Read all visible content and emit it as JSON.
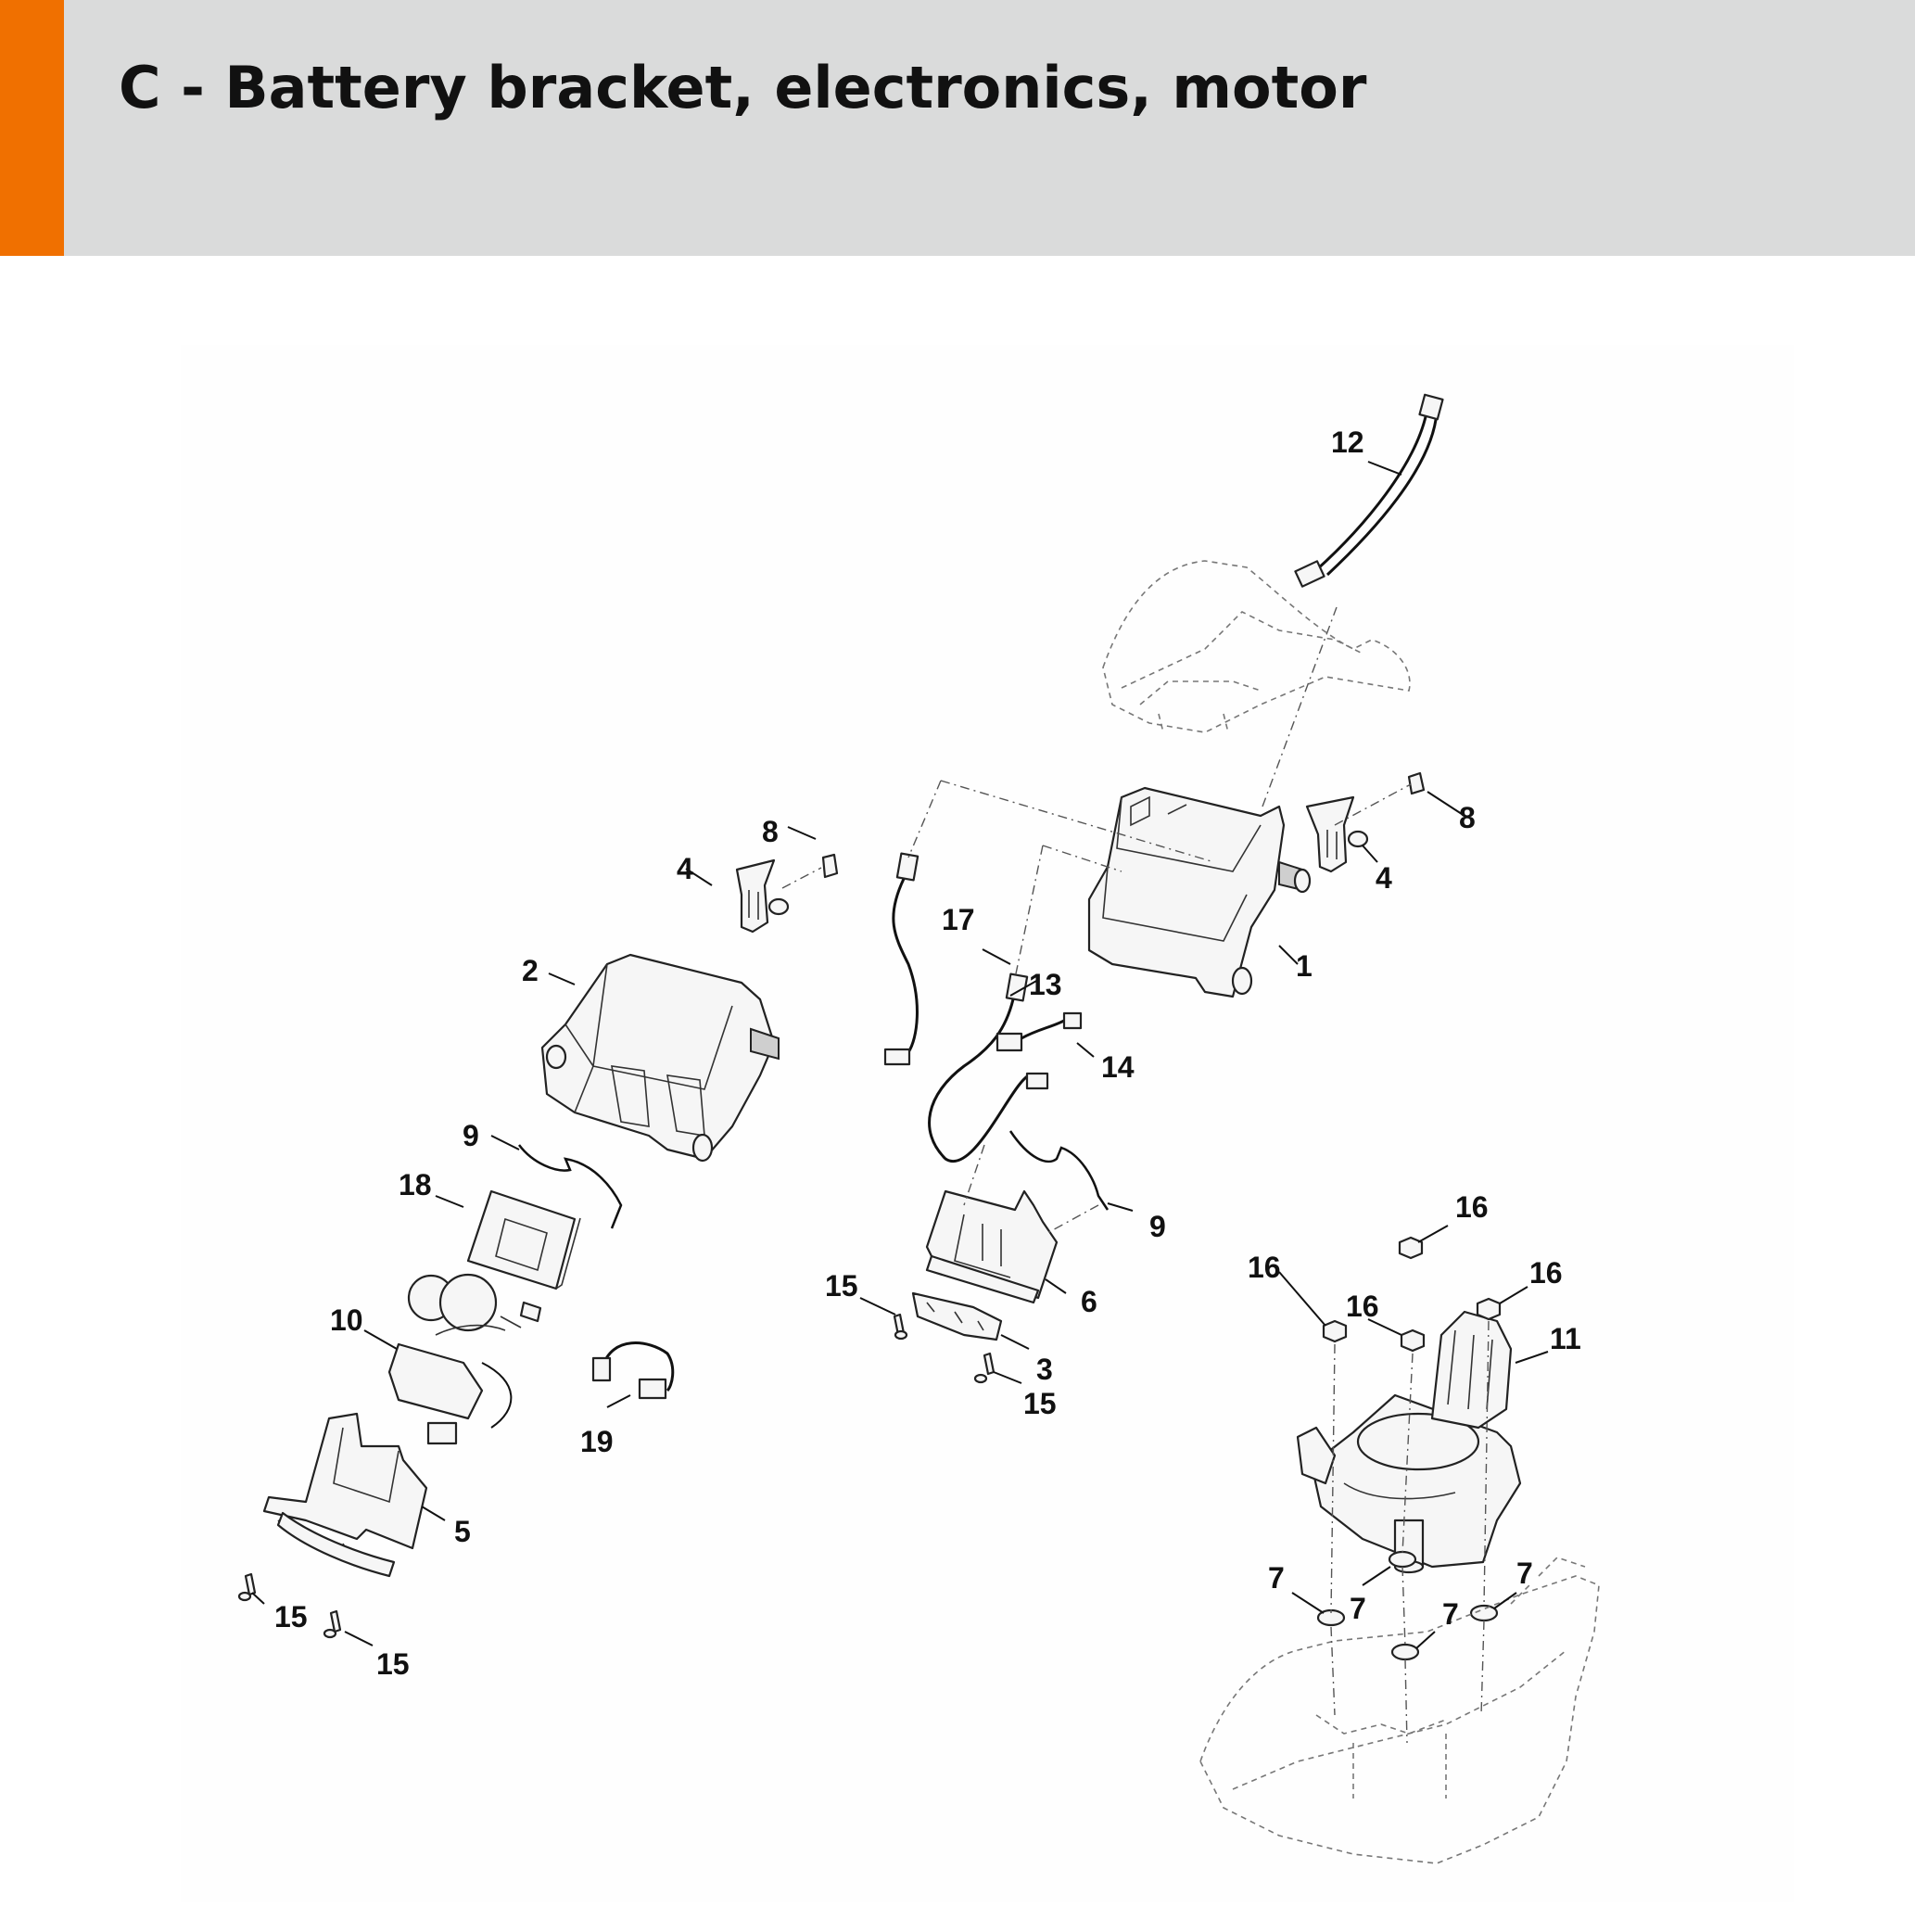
{
  "header": {
    "title": "C - Battery bracket, electronics, motor",
    "accent_color": "#f07000",
    "background_color": "#dadbdb"
  },
  "callouts": [
    "1",
    "2",
    "3",
    "4",
    "5",
    "6",
    "7",
    "8",
    "9",
    "10",
    "11",
    "12",
    "13",
    "14",
    "15",
    "16",
    "17",
    "18",
    "19"
  ]
}
